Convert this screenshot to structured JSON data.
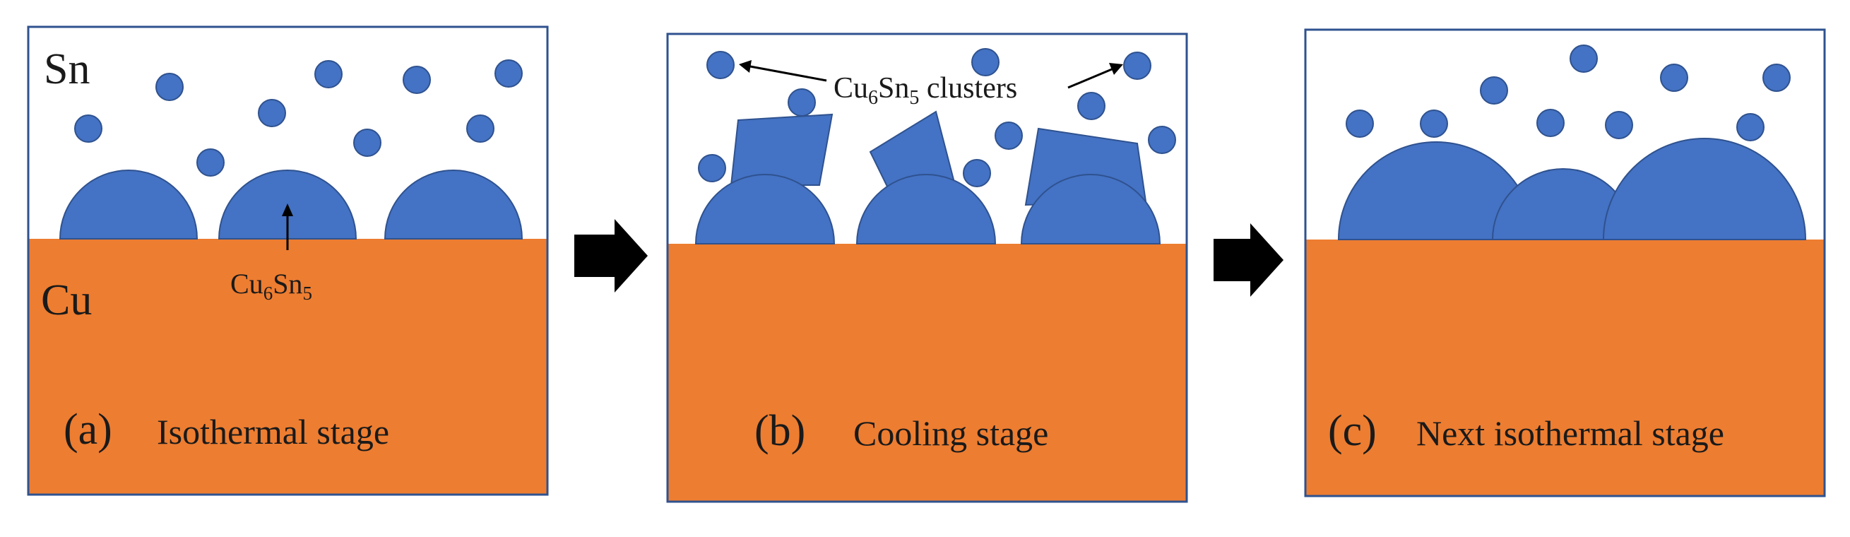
{
  "colors": {
    "tin": "#ffffff",
    "copper": "#ed7d31",
    "cu6sn5": "#4472c4",
    "cu6sn5_outline": "#2f528f",
    "frame": "#2f528f",
    "arrow": "#000000",
    "text": "#1a1a1a"
  },
  "panels": [
    {
      "id": "a",
      "letter": "(a)",
      "title": "Isothermal stage",
      "label_sn": "Sn",
      "label_cu": "Cu",
      "annotation": {
        "base": "Cu",
        "sub1": "6",
        "mid": "Sn",
        "sub2": "5"
      }
    },
    {
      "id": "b",
      "letter": "(b)",
      "title": "Cooling stage",
      "annotation": {
        "base": "Cu",
        "sub1": "6",
        "mid": "Sn",
        "sub2": "5",
        "suffix": " clusters"
      }
    },
    {
      "id": "c",
      "letter": "(c)",
      "title": "Next isothermal stage"
    }
  ],
  "arrows": [
    {
      "icon": "right-arrow-icon"
    },
    {
      "icon": "right-arrow-icon"
    }
  ]
}
